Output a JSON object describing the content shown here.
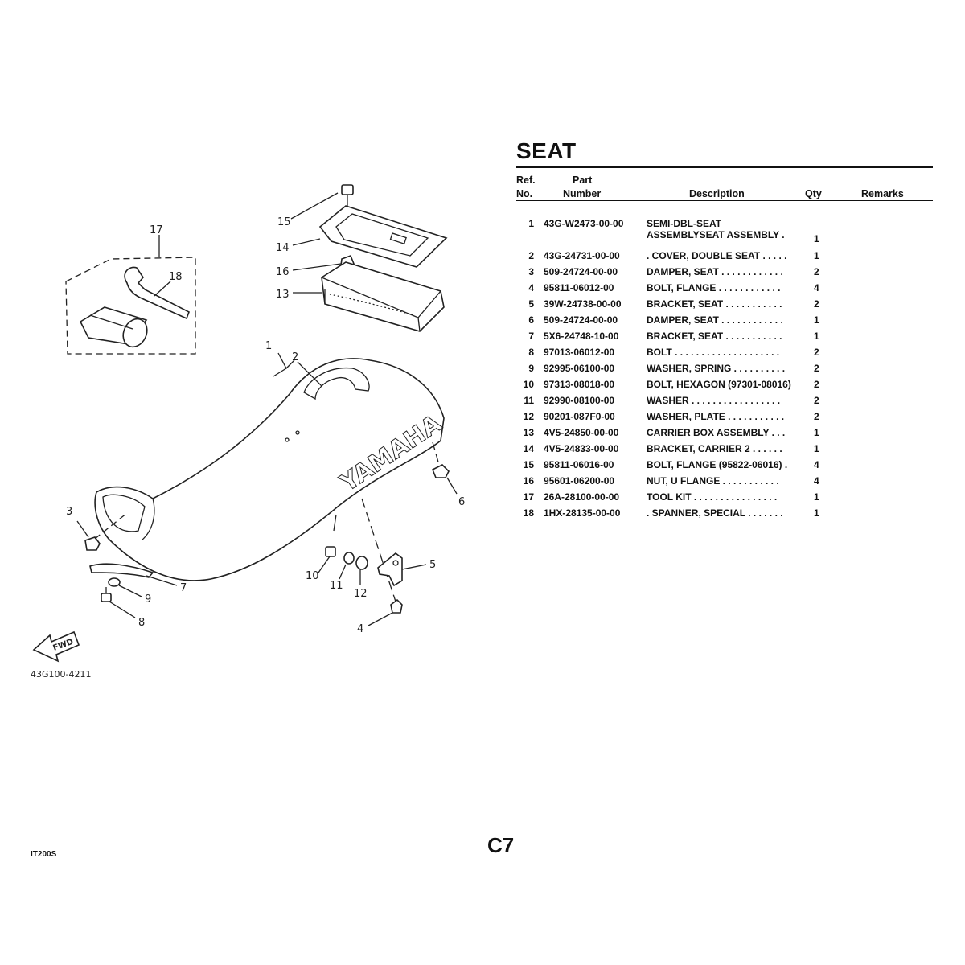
{
  "section_title": "SEAT",
  "table_header": {
    "ref_line1": "Ref.",
    "ref_line2": "No.",
    "part_line1": "Part",
    "part_line2": "Number",
    "description": "Description",
    "qty": "Qty",
    "remarks": "Remarks"
  },
  "parts": [
    {
      "ref": "1",
      "number": "43G-W2473-00-00",
      "description_line1": "SEMI-DBL-SEAT",
      "description_line2": "ASSEMBLYSEAT ASSEMBLY  .",
      "qty": "1"
    },
    {
      "ref": "2",
      "number": "43G-24731-00-00",
      "description": ". COVER, DOUBLE SEAT  . . . . .",
      "qty": "1"
    },
    {
      "ref": "3",
      "number": "509-24724-00-00",
      "description": "DAMPER, SEAT  . . . . . . . . . . . .",
      "qty": "2"
    },
    {
      "ref": "4",
      "number": "95811-06012-00",
      "description": "BOLT, FLANGE  . . . . . . . . . . . .",
      "qty": "4"
    },
    {
      "ref": "5",
      "number": "39W-24738-00-00",
      "description": "BRACKET, SEAT  . . . . . . . . . . .",
      "qty": "2"
    },
    {
      "ref": "6",
      "number": "509-24724-00-00",
      "description": "DAMPER, SEAT  . . . . . . . . . . . .",
      "qty": "1"
    },
    {
      "ref": "7",
      "number": "5X6-24748-10-00",
      "description": "BRACKET, SEAT  . . . . . . . . . . .",
      "qty": "1"
    },
    {
      "ref": "8",
      "number": "97013-06012-00",
      "description": "BOLT  . . . . . . . . . . . . . . . . . . . .",
      "qty": "2"
    },
    {
      "ref": "9",
      "number": "92995-06100-00",
      "description": "WASHER, SPRING  . . . . . . . . . .",
      "qty": "2"
    },
    {
      "ref": "10",
      "number": "97313-08018-00",
      "description": "BOLT, HEXAGON (97301-08016)",
      "qty": "2"
    },
    {
      "ref": "11",
      "number": "92990-08100-00",
      "description": "WASHER  . . . . . . . . . . . . . . . . .",
      "qty": "2"
    },
    {
      "ref": "12",
      "number": "90201-087F0-00",
      "description": "WASHER, PLATE  . . . . . . . . . . .",
      "qty": "2"
    },
    {
      "ref": "13",
      "number": "4V5-24850-00-00",
      "description": "CARRIER BOX ASSEMBLY  . . .",
      "qty": "1"
    },
    {
      "ref": "14",
      "number": "4V5-24833-00-00",
      "description": "BRACKET, CARRIER 2  . . . . . .",
      "qty": "1"
    },
    {
      "ref": "15",
      "number": "95811-06016-00",
      "description": "BOLT, FLANGE (95822-06016)  .",
      "qty": "4"
    },
    {
      "ref": "16",
      "number": "95601-06200-00",
      "description": "NUT, U FLANGE  . . . . . . . . . . .",
      "qty": "4"
    },
    {
      "ref": "17",
      "number": "26A-28100-00-00",
      "description": "TOOL KIT  . . . . . . . . . . . . . . . .",
      "qty": "1"
    },
    {
      "ref": "18",
      "number": "1HX-28135-00-00",
      "description": ". SPANNER, SPECIAL  . . . . . . .",
      "qty": "1"
    }
  ],
  "diagram": {
    "callouts": [
      "1",
      "2",
      "3",
      "4",
      "5",
      "6",
      "7",
      "8",
      "9",
      "10",
      "11",
      "12",
      "13",
      "14",
      "15",
      "16",
      "17",
      "18"
    ],
    "brand_text": "YAMAHA",
    "fwd_label": "FWD",
    "drawing_code": "43G100-4211"
  },
  "footer": {
    "model": "IT200S",
    "page": "C7"
  }
}
